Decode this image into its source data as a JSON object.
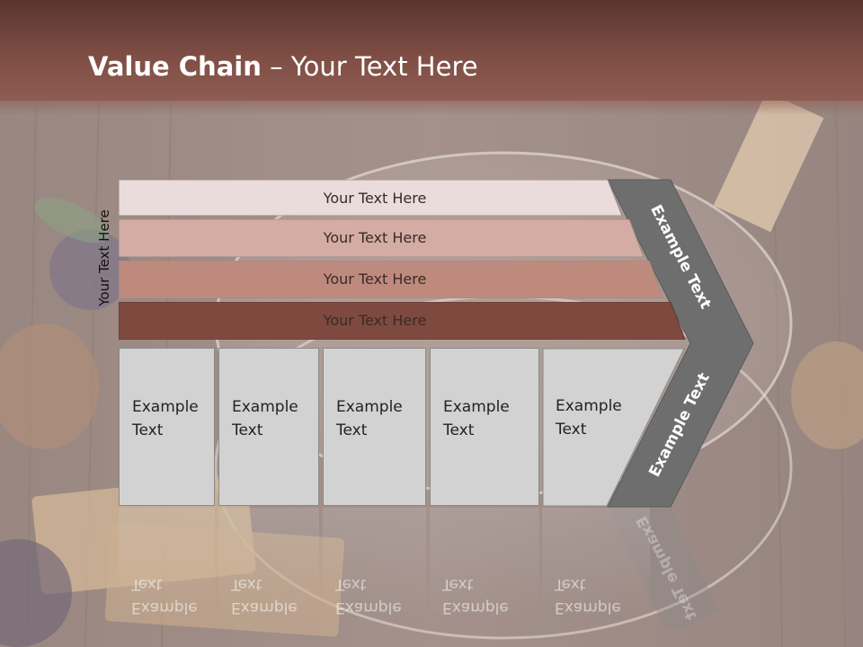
{
  "slide": {
    "title_bold": "Value Chain",
    "title_rest": " – Your Text Here"
  },
  "diagram": {
    "side_label": "Your Text Here",
    "banners": [
      {
        "label": "Your Text Here",
        "color": "#e9dcda"
      },
      {
        "label": "Your Text Here",
        "color": "#d4aca4"
      },
      {
        "label": "Your Text Here",
        "color": "#bf8a7e"
      },
      {
        "label": "Your Text Here",
        "color": "#7e4a40"
      }
    ],
    "columns": [
      {
        "label": "Example\nText"
      },
      {
        "label": "Example\nText"
      },
      {
        "label": "Example\nText"
      },
      {
        "label": "Example\nText"
      },
      {
        "label": "Example\nText"
      }
    ],
    "arrow": {
      "upper_label": "Example Text",
      "lower_label": "Example Text",
      "color": "#6e6e6e"
    }
  },
  "colors": {
    "header": "#7e4d44",
    "column_fill": "#d2d2d2",
    "arrow": "#6e6e6e"
  }
}
